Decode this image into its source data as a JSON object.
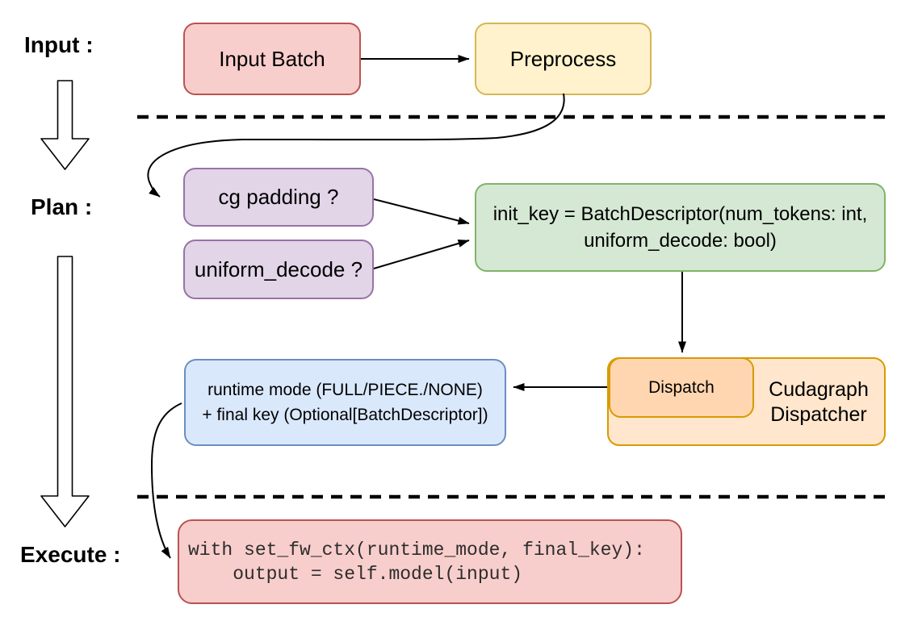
{
  "stages": {
    "input": {
      "label": "Input :"
    },
    "plan": {
      "label": "Plan :"
    },
    "execute": {
      "label": "Execute :"
    }
  },
  "nodes": {
    "input_batch": {
      "label": "Input Batch",
      "fill": "#f8cecc",
      "stroke": "#b85450"
    },
    "preprocess": {
      "label": "Preprocess",
      "fill": "#fff2cc",
      "stroke": "#d6b656"
    },
    "cg_padding": {
      "label": "cg padding ?",
      "fill": "#e1d5e7",
      "stroke": "#9673a6"
    },
    "uniform_decode": {
      "label": "uniform_decode ?",
      "fill": "#e1d5e7",
      "stroke": "#9673a6"
    },
    "init_key": {
      "line1": "init_key = BatchDescriptor(num_tokens: int,",
      "line2": "uniform_decode: bool)",
      "fill": "#d5e8d4",
      "stroke": "#82b366"
    },
    "runtime_mode": {
      "line1": "runtime mode (FULL/PIECE./NONE)",
      "line2": "+ final key (Optional[BatchDescriptor])",
      "fill": "#dae8fc",
      "stroke": "#6c8ebf"
    },
    "dispatch": {
      "label": "Dispatch",
      "fill": "#ffd6b0",
      "stroke": "#d79b00"
    },
    "cudagraph_dispatcher": {
      "line1": "Cudagraph",
      "line2": "Dispatcher",
      "fill": "#ffe6cc",
      "stroke": "#d79b00"
    },
    "execute_code": {
      "line1": "with set_fw_ctx(runtime_mode, final_key):",
      "line2": "    output = self.model(input)",
      "fill": "#f8cecc",
      "stroke": "#b85450"
    }
  },
  "connector_color": "#000000"
}
